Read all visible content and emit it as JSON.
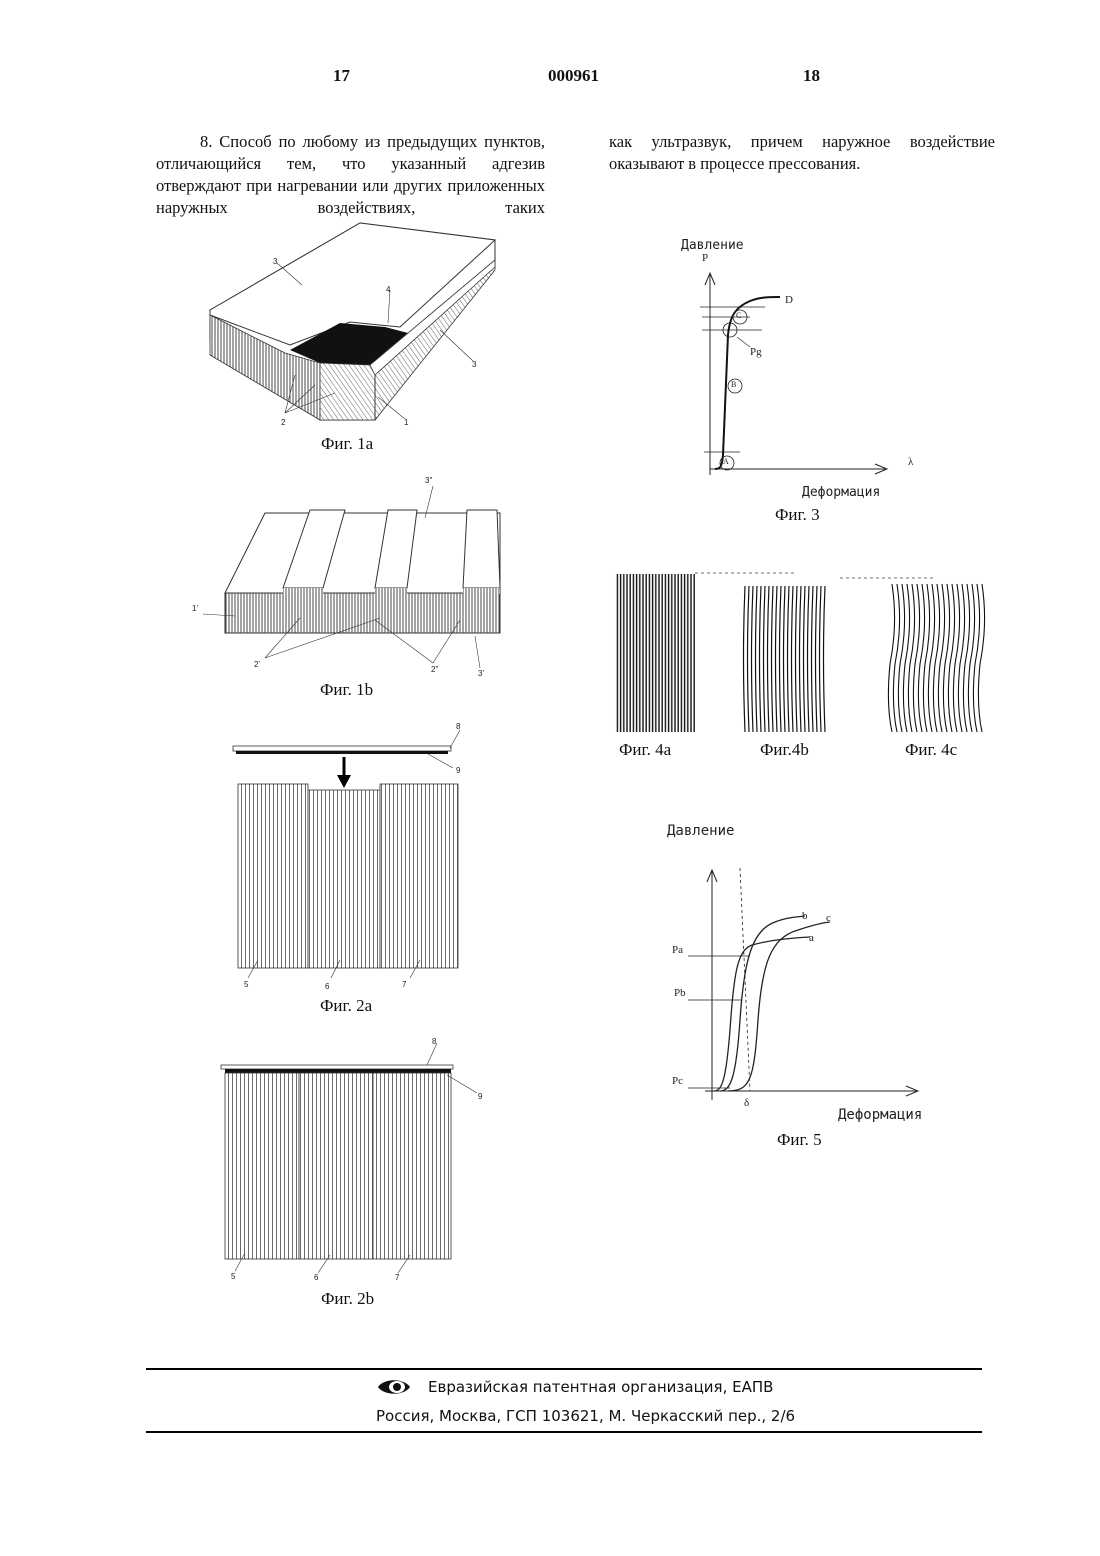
{
  "header": {
    "page_left": "17",
    "doc_number": "000961",
    "page_right": "18"
  },
  "text": {
    "left_column": "8. Способ по любому из предыдущих пунктов, отличающийся тем, что указанный адгезив отверждают при нагревании или других приложенных наружных воздействиях, таких",
    "right_column": "как ультразвук, причем наружное воздействие оказывают в процессе прессования."
  },
  "figures": {
    "fig1a": {
      "caption": "Фиг. 1a",
      "labels": [
        "3",
        "4",
        "3",
        "2",
        "1"
      ]
    },
    "fig1b": {
      "caption": "Фиг. 1b",
      "labels": [
        "3\"",
        "1'",
        "2'",
        "2\"",
        "3'"
      ]
    },
    "fig2a": {
      "caption": "Фиг. 2a",
      "labels": [
        "8",
        "9",
        "5",
        "6",
        "7"
      ]
    },
    "fig2b": {
      "caption": "Фиг. 2b",
      "labels": [
        "8",
        "9",
        "5",
        "6",
        "7"
      ]
    },
    "fig3": {
      "caption": "Фиг. 3",
      "y_label": "Давление",
      "x_label": "Деформация",
      "y_symbol": "P",
      "x_symbol": "λ",
      "points": [
        "A",
        "B",
        "C",
        "D",
        "Pg"
      ]
    },
    "fig4": {
      "captions": [
        "Фиг. 4a",
        "Фиг.4b",
        "Фиг. 4c"
      ]
    },
    "fig5": {
      "caption": "Фиг. 5",
      "y_label": "Давление",
      "x_label": "Деформация",
      "levels": [
        "Pa",
        "Pb",
        "Pc"
      ],
      "x_mark": "δ",
      "curves": [
        "a",
        "b",
        "c"
      ]
    }
  },
  "footer": {
    "org": "Евразийская патентная организация, ЕАПВ",
    "address": "Россия, Москва, ГСП 103621, М. Черкасский пер., 2/6"
  }
}
